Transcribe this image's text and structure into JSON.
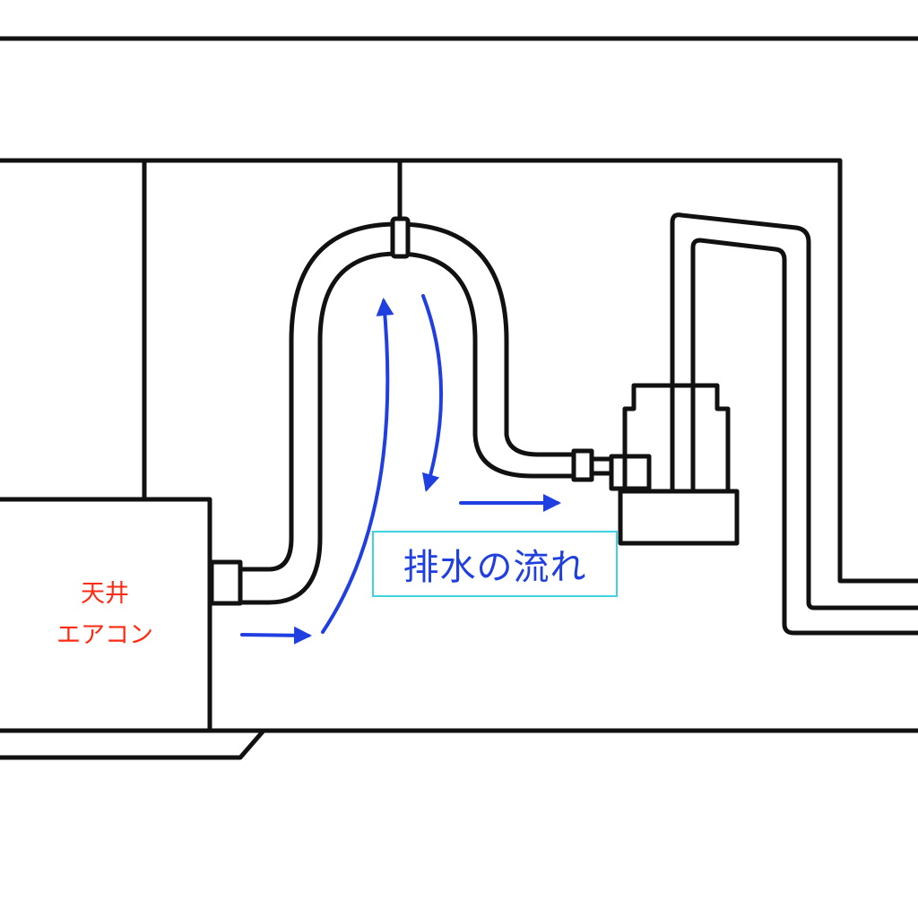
{
  "labels": {
    "drain_flow": "排水の流れ",
    "ac_unit_line1": "天井",
    "ac_unit_line2": "エアコン"
  },
  "colors": {
    "stroke": "#111111",
    "flow_arrow": "#1f3fe0",
    "flow_label": "#1f3fe0",
    "ac_label": "#ff2a12",
    "label_box_border": "#3fd3df"
  },
  "icons": [
    "flow-arrow"
  ]
}
